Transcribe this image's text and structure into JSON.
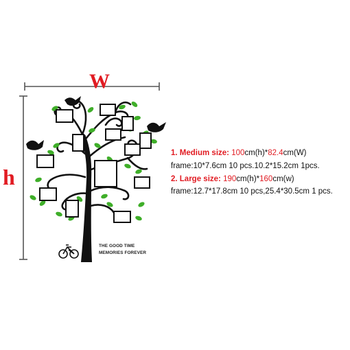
{
  "dimensions": {
    "width_letter": "W",
    "height_letter": "h"
  },
  "slogan": {
    "line1": "THE GOOD TIME",
    "line2": "MEMORIES FOREVER"
  },
  "specs": [
    {
      "label": "1. Medium size:",
      "height_value": "100",
      "height_unit": "cm(h)*",
      "width_value": "82.4",
      "width_unit": "cm(W)",
      "frames": "frame:10*7.6cm 10 pcs.10.2*15.2cm 1pcs."
    },
    {
      "label": "2. Large size:",
      "height_value": "190",
      "height_unit": "cm(h)*",
      "width_value": "160",
      "width_unit": "cm(w)",
      "frames": "frame:12.7*17.8cm 10 pcs,25.4*30.5cm 1 pcs."
    }
  ],
  "colors": {
    "accent_red": "#e11b22",
    "leaf_green": "#3fae29",
    "tree_black": "#111111",
    "dimension_line": "#555555"
  },
  "icons": [
    "bird-icon",
    "bicycle-icon",
    "leaf-icon",
    "photo-frame-icon"
  ]
}
